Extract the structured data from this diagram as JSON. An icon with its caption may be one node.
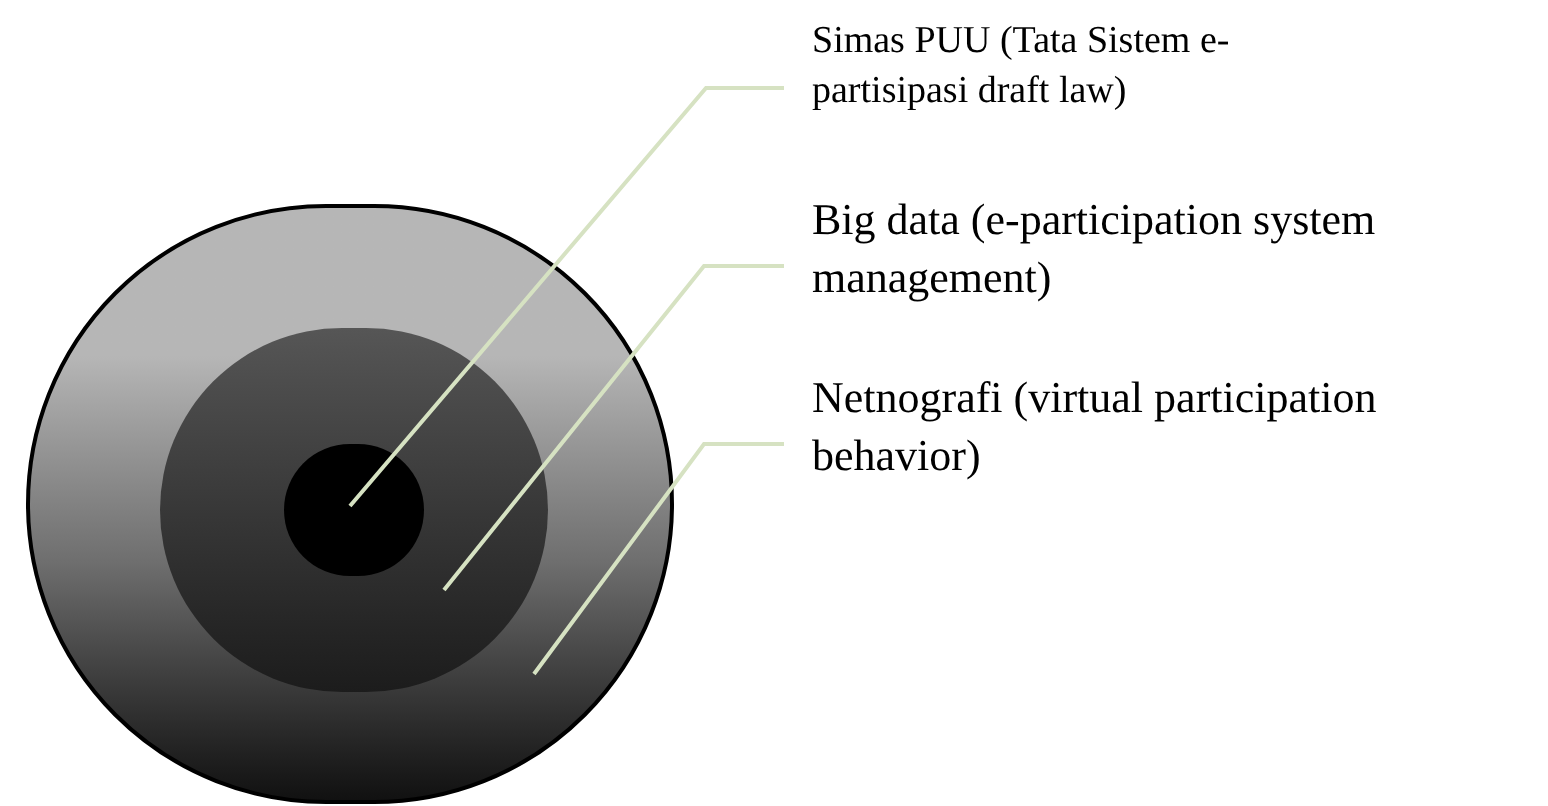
{
  "diagram": {
    "nodes": [
      {
        "text": [
          "Simas PUU (Tata Sistem e-partisipasi draft law)"
        ]
      },
      {
        "text": [
          "Big data (e-participation system management)"
        ]
      },
      {
        "text": [
          "Netnografi (virtual participation behavior)"
        ]
      },
      {
        "text": [],
        "shape": "circle"
      },
      {
        "text": [],
        "shape": "circle",
        "in": 3
      },
      {
        "text": [],
        "shape": "circle",
        "in": 4
      }
    ],
    "edges": [
      {
        "from": 0,
        "to": 5,
        "arrow": "none"
      },
      {
        "from": 1,
        "to": 4,
        "arrow": "none"
      },
      {
        "from": 2,
        "to": 3,
        "arrow": "none"
      }
    ]
  }
}
